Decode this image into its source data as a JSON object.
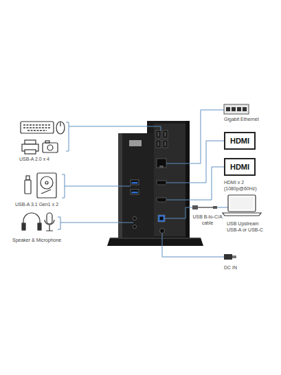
{
  "diagram": {
    "nodes": [
      {
        "text": [
          "HDMI"
        ]
      },
      {
        "text": [
          "HDMI"
        ]
      }
    ],
    "labels": [
      "USB-A 2.0 x 4",
      "USB-A 3.1 Gen1 x 2",
      "Speaker & Microphone",
      "Gigabit Ethernet",
      "HDMI x 2 (1080p@60Hz)",
      "USB B-to-C/A cable",
      "USB Upstream USB-A or USB-C",
      "DC IN"
    ]
  }
}
